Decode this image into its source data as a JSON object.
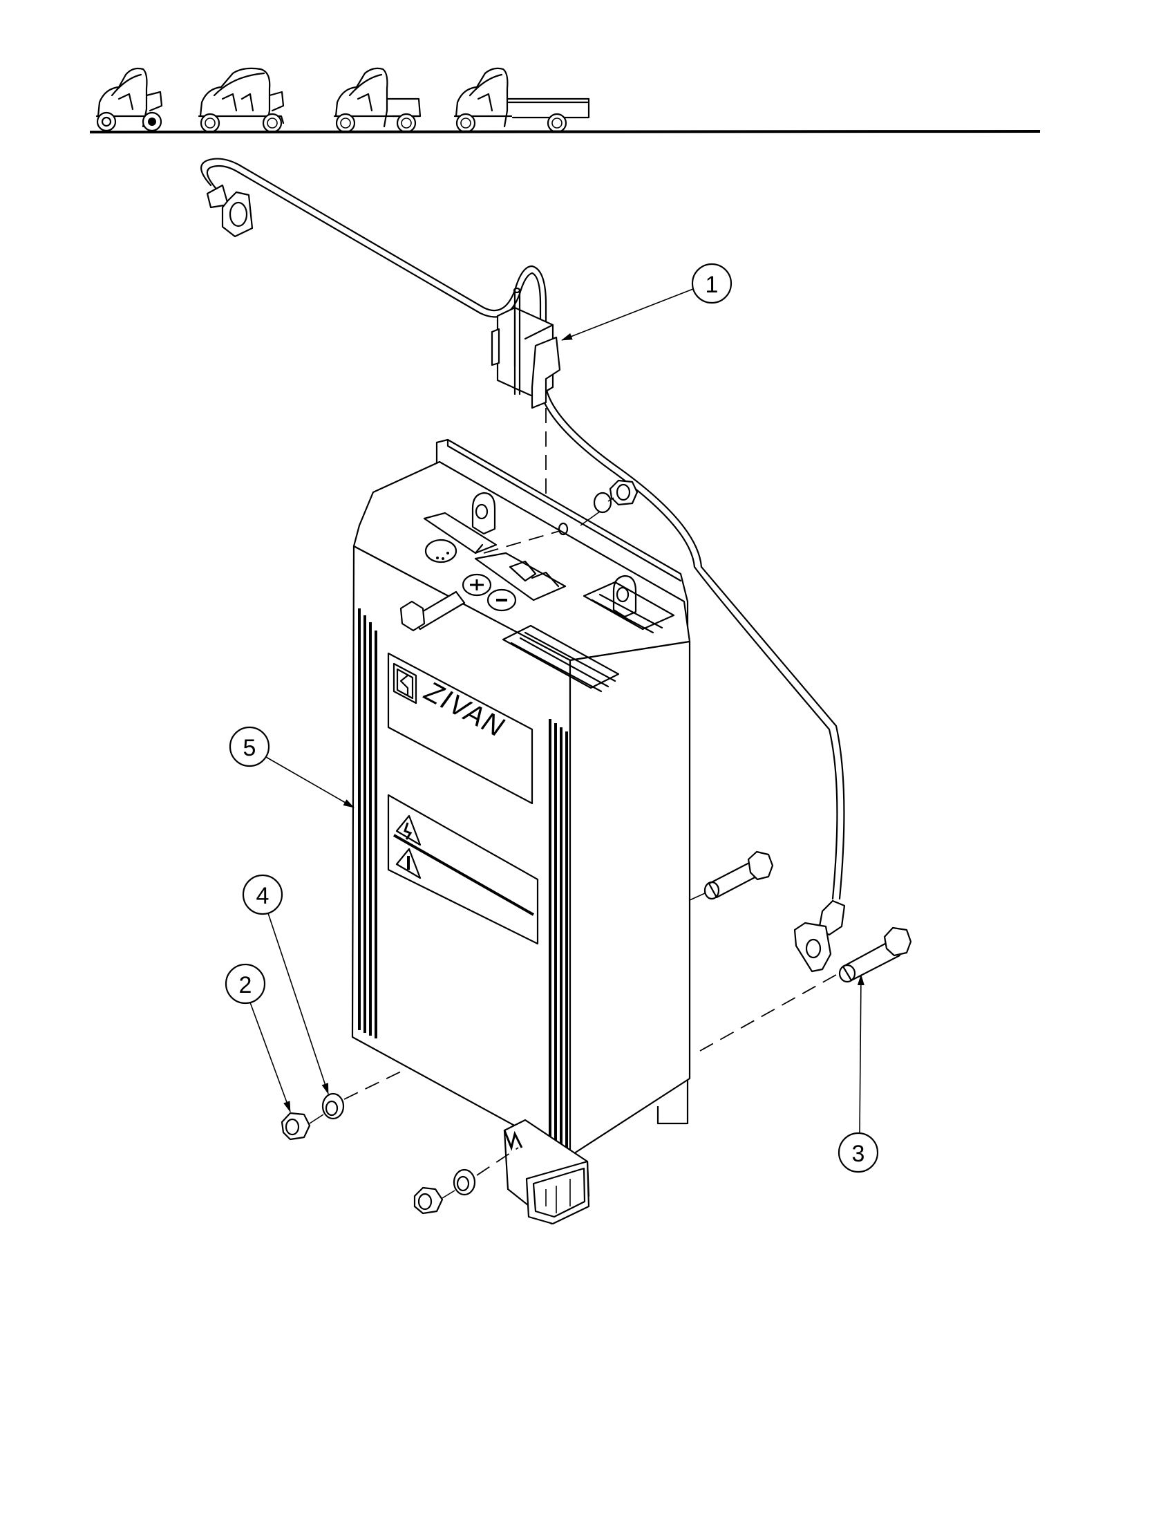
{
  "header": {
    "vehicle_icons": [
      {
        "name": "two-seat-vehicle",
        "label": ""
      },
      {
        "name": "four-seat-vehicle",
        "label": ""
      },
      {
        "name": "short-cargo-vehicle",
        "label": ""
      },
      {
        "name": "long-cargo-vehicle",
        "label": ""
      }
    ]
  },
  "diagram": {
    "type": "exploded-parts-view",
    "subject": "battery charger assembly",
    "brand_label": "ZIVAN",
    "warning_labels": [
      "electrical-hazard-icon",
      "caution-icon"
    ],
    "callouts": [
      {
        "number": "1",
        "part": "connector"
      },
      {
        "number": "2",
        "part": "nut"
      },
      {
        "number": "3",
        "part": "bolt"
      },
      {
        "number": "4",
        "part": "washer"
      },
      {
        "number": "5",
        "part": "charger"
      }
    ]
  }
}
